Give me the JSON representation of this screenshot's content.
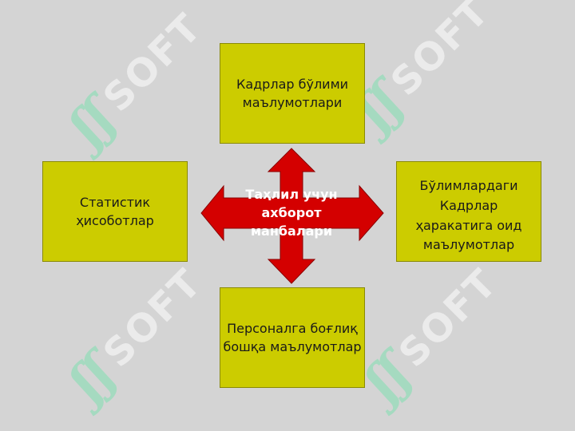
{
  "diagram": {
    "center": "Таҳлил учун\nахборот\nманбалари",
    "top": "Кадрлар бўлими\nмаълумотлари",
    "left": "Статистик\nҳисоботлар",
    "right": "Бўлимлардаги\nКадрлар\nҳаракатига оид\nмаълумотлар",
    "bottom": "Персоналга боғлиқ\nбошқа маълумотлар"
  },
  "watermark": {
    "text": "SOFT",
    "mark": "ʃʃ"
  },
  "colors": {
    "background": "#d4d4d4",
    "box_fill": "#cccc00",
    "arrow_fill": "#d40000",
    "center_text": "#ffffff"
  }
}
